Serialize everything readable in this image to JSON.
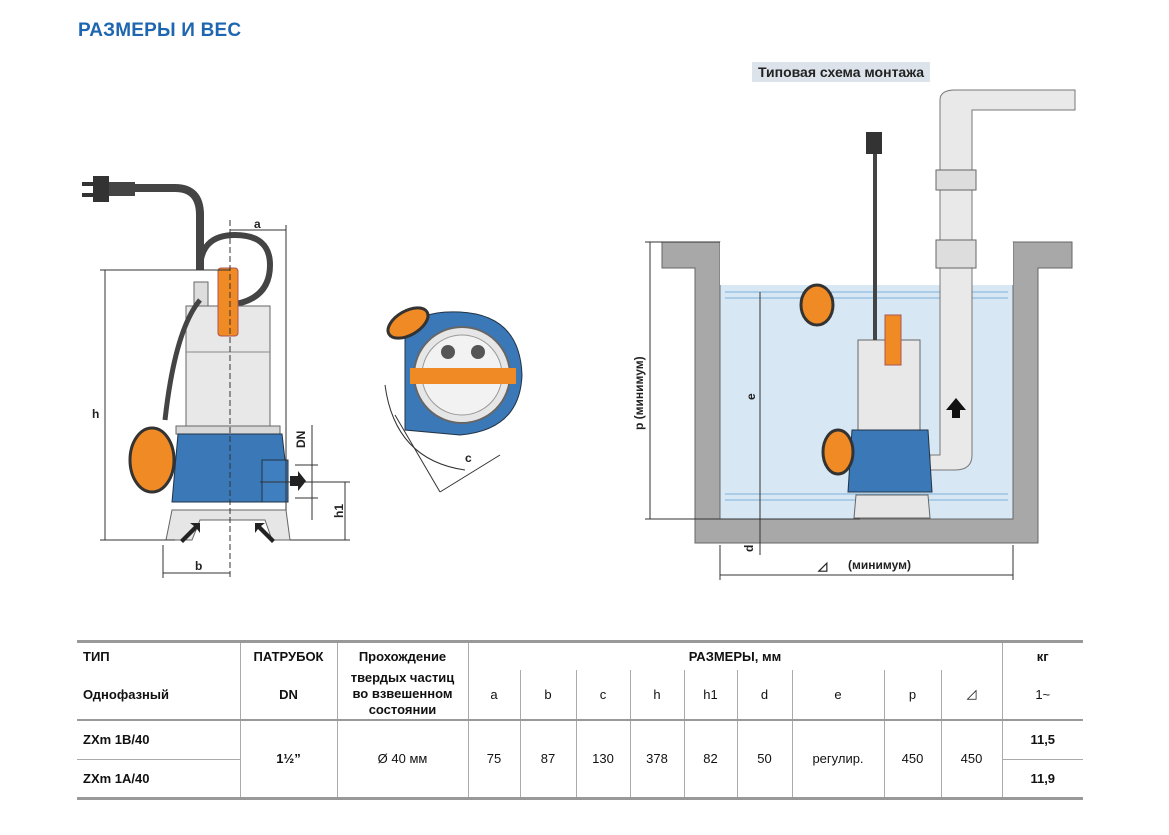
{
  "title": "РАЗМЕРЫ И ВЕС",
  "installation_title": "Типовая схема монтажа",
  "drawing_labels": {
    "a": "a",
    "b": "b",
    "h": "h",
    "h1": "h1",
    "dn": "DN",
    "c": "c",
    "e": "e",
    "p": "p (минимум)",
    "d": "d",
    "square": "◿",
    "square_min": "(минимум)"
  },
  "table": {
    "col_type": "ТИП",
    "col_type_sub": "Однофазный",
    "col_port": "ПАТРУБОК",
    "col_port_sub": "DN",
    "col_solids": [
      "Прохождение",
      "твердых частиц",
      "во взвешенном",
      "состоянии"
    ],
    "col_dims": "РАЗМЕРЫ, мм",
    "dim_headers": [
      "a",
      "b",
      "c",
      "h",
      "h1",
      "d",
      "e",
      "p",
      "◿"
    ],
    "col_weight": "кг",
    "col_weight_sub": "1~",
    "rows": [
      {
        "type": "ZXm 1B/40",
        "weight": "11,5"
      },
      {
        "type": "ZXm 1A/40",
        "weight": "11,9"
      }
    ],
    "port": "1½”",
    "solids": "Ø 40 мм",
    "dims": [
      "75",
      "87",
      "130",
      "378",
      "82",
      "50",
      "регулир.",
      "450",
      "450"
    ]
  }
}
